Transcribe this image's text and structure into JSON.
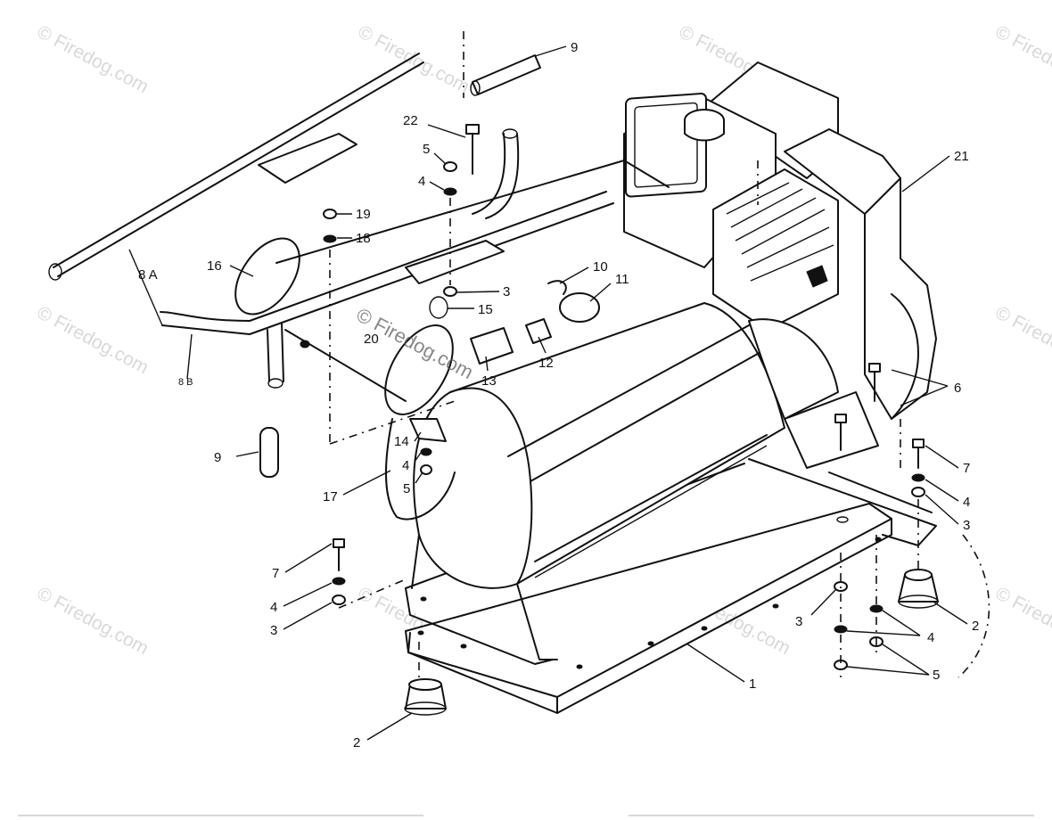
{
  "watermark": {
    "text": "© Firedog.com",
    "color": "#b9b9b9"
  },
  "callouts": {
    "c1": "1",
    "c2a": "2",
    "c2b": "2",
    "c3a": "3",
    "c3b": "3",
    "c3c": "3",
    "c3d": "3",
    "c4a": "4",
    "c4b": "4",
    "c4c": "4",
    "c4d": "4",
    "c4e": "4",
    "c5a": "5",
    "c5b": "5",
    "c5c": "5",
    "c6": "6",
    "c7a": "7",
    "c7b": "7",
    "c8a": "8 A",
    "c8b": "8 B",
    "c9a": "9",
    "c9b": "9",
    "c10": "10",
    "c11": "11",
    "c12": "12",
    "c13": "13",
    "c14": "14",
    "c15": "15",
    "c16": "16",
    "c17": "17",
    "c18": "18",
    "c19": "19",
    "c20": "20",
    "c21": "21",
    "c22": "22"
  }
}
